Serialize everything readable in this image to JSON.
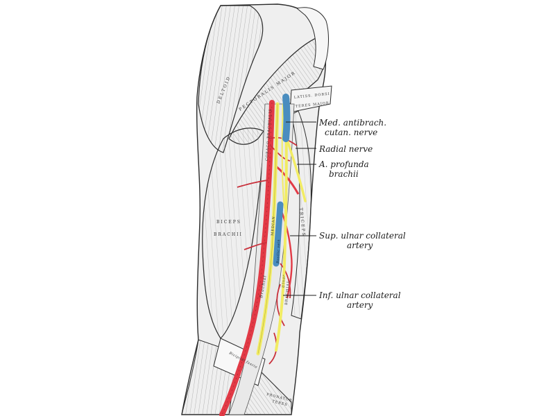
{
  "colors": {
    "artery": "#e23a46",
    "nerve": "#f2ec63",
    "vein": "#4a8dbf",
    "outline": "#2b2b2b",
    "muscle": "#efefef"
  },
  "callouts": [
    {
      "line1": "Med. antibrach.",
      "line2": "cutan. nerve"
    },
    {
      "line1": "Radial nerve",
      "line2": ""
    },
    {
      "line1": "A. profunda",
      "line2": "brachii"
    },
    {
      "line1": "Sup. ulnar collateral",
      "line2": "artery"
    },
    {
      "line1": "Inf. ulnar collateral",
      "line2": "artery"
    }
  ],
  "muscle_labels": {
    "deltoid": "DELTOID",
    "pectoralis": "PECTORALIS MAJOR",
    "latissimus": "LATISS. DORSI",
    "teres": "TERES MAJOR",
    "coraco": "CORACO-BRACHIALIS",
    "biceps_1": "BICEPS",
    "biceps_2": "BRACHII",
    "triceps": "TRICEPS",
    "brachialis": "BRACHIAL",
    "pronator_1": "PRONATOR",
    "pronator_2": "TERES",
    "median": "MEDIAN",
    "brachial_artery": "Brachial",
    "basilic_vein": "Basilic vein",
    "ulnar_nerve": "Ulnar",
    "bicipital": "Bicipital fascia"
  }
}
